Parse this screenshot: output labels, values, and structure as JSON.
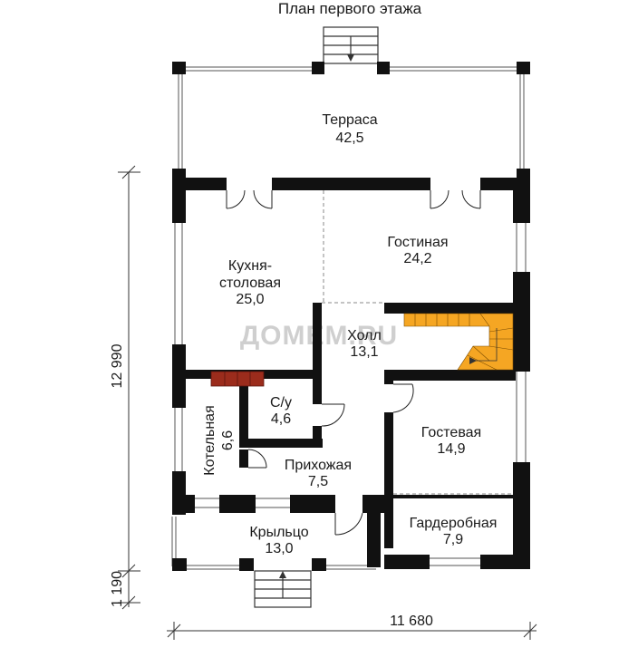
{
  "title": "План первого этажа",
  "watermark": "ДОМЕМ.RU",
  "rooms": {
    "terrace": {
      "name": "Терраса",
      "area": "42,5"
    },
    "living": {
      "name": "Гостиная",
      "area": "24,2"
    },
    "kitchen": {
      "name_line1": "Кухня-",
      "name_line2": "столовая",
      "area": "25,0"
    },
    "hall": {
      "name": "Холл",
      "area": "13,1"
    },
    "bathroom": {
      "name": "С/у",
      "area": "4,6"
    },
    "boiler": {
      "name": "Котельная",
      "area": "6,6"
    },
    "entry": {
      "name": "Прихожая",
      "area": "7,5"
    },
    "guest": {
      "name": "Гостевая",
      "area": "14,9"
    },
    "porch": {
      "name": "Крыльцо",
      "area": "13,0"
    },
    "wardrobe": {
      "name": "Гардеробная",
      "area": "7,9"
    }
  },
  "dimensions": {
    "width": "11 680",
    "height": "12 990",
    "porch_depth": "1 190"
  },
  "colors": {
    "wall": "#111111",
    "stair": "#f5a623",
    "stove": "#9b2c1c"
  }
}
